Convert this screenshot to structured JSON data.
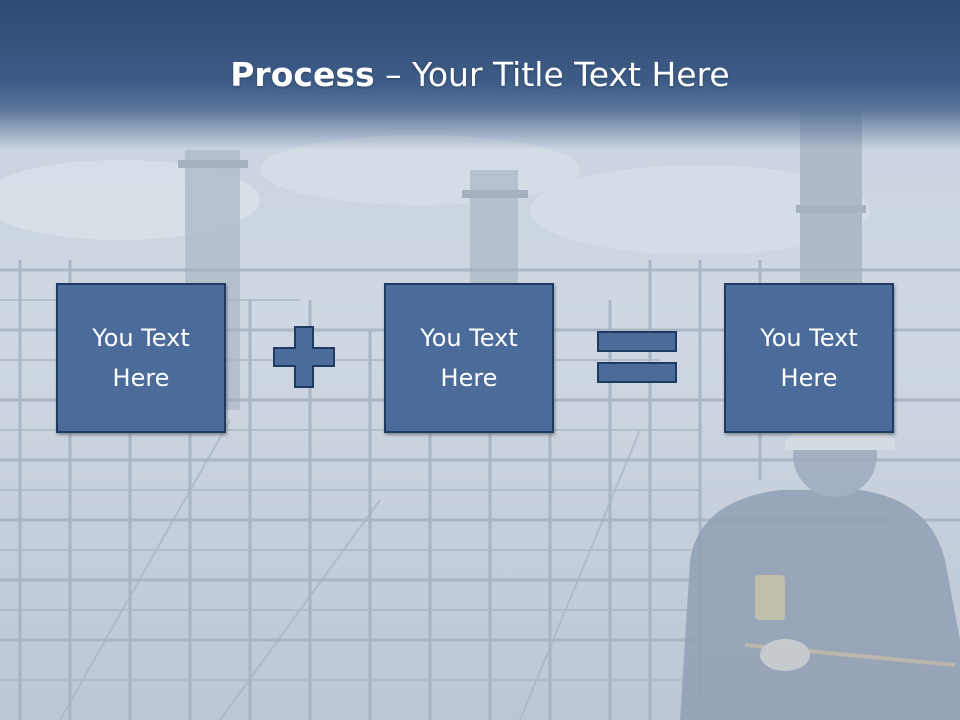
{
  "slide": {
    "title_bold": "Process",
    "title_rest": " – Your Title Text Here",
    "boxes": [
      {
        "text": "You Text Here"
      },
      {
        "text": "You Text Here"
      },
      {
        "text": "You Text Here"
      }
    ],
    "operators": [
      "plus-icon",
      "equals-icon"
    ],
    "colors": {
      "title_bar": "#3d5c86",
      "box_fill": "#4b6c9a",
      "box_border": "#1f3a63",
      "text": "#ffffff"
    }
  }
}
